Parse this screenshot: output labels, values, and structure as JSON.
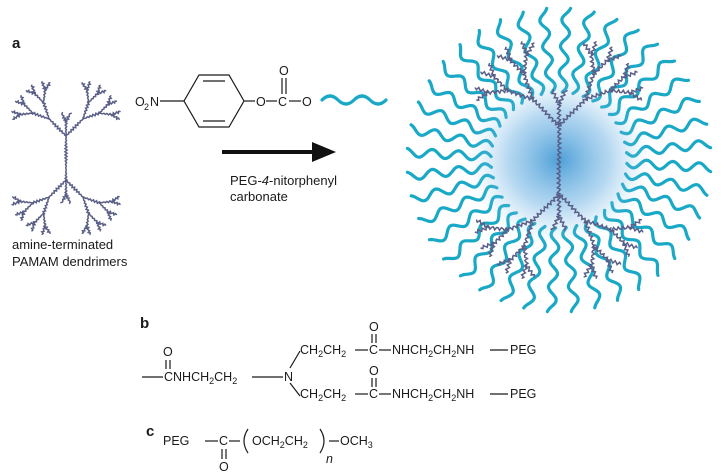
{
  "panels": {
    "a": "a",
    "b": "b",
    "c": "c"
  },
  "panel_a": {
    "reagent_label_line1": "PEG-4-nitorphenyl",
    "reagent_label_pre": "PEG-",
    "reagent_label_italic": "4",
    "reagent_label_post": "-nitorphenyl",
    "reagent_label_line2": "carbonate",
    "dendrimer_label_line1": "amine-terminated",
    "dendrimer_label_line2": "PAMAM dendrimers",
    "nitro_O": "O",
    "nitro_sub": "2",
    "nitro_N": "N",
    "atom_O": "O",
    "atom_C": "C"
  },
  "panel_b": {
    "atom_O": "O",
    "atom_N": "N",
    "left_chain": "CNHCH",
    "ch2_sub": "2",
    "arm_ch2": "CH",
    "arm_c": "C",
    "arm_tail_1": "NHCH",
    "arm_tail_2": "CH",
    "arm_tail_3": "NH",
    "peg": "PEG"
  },
  "panel_c": {
    "peg": "PEG",
    "atom_C": "C",
    "atom_O": "O",
    "repeat_1": "OCH",
    "repeat_2": "CH",
    "sub_2": "2",
    "repeat_n": "n",
    "end_group": "OCH",
    "sub_3": "3"
  },
  "colors": {
    "peg_chain": "#19a9c6",
    "dendrimer_core": "#5a5f88",
    "glow": "#2f8fd0",
    "arrow": "#111111"
  }
}
